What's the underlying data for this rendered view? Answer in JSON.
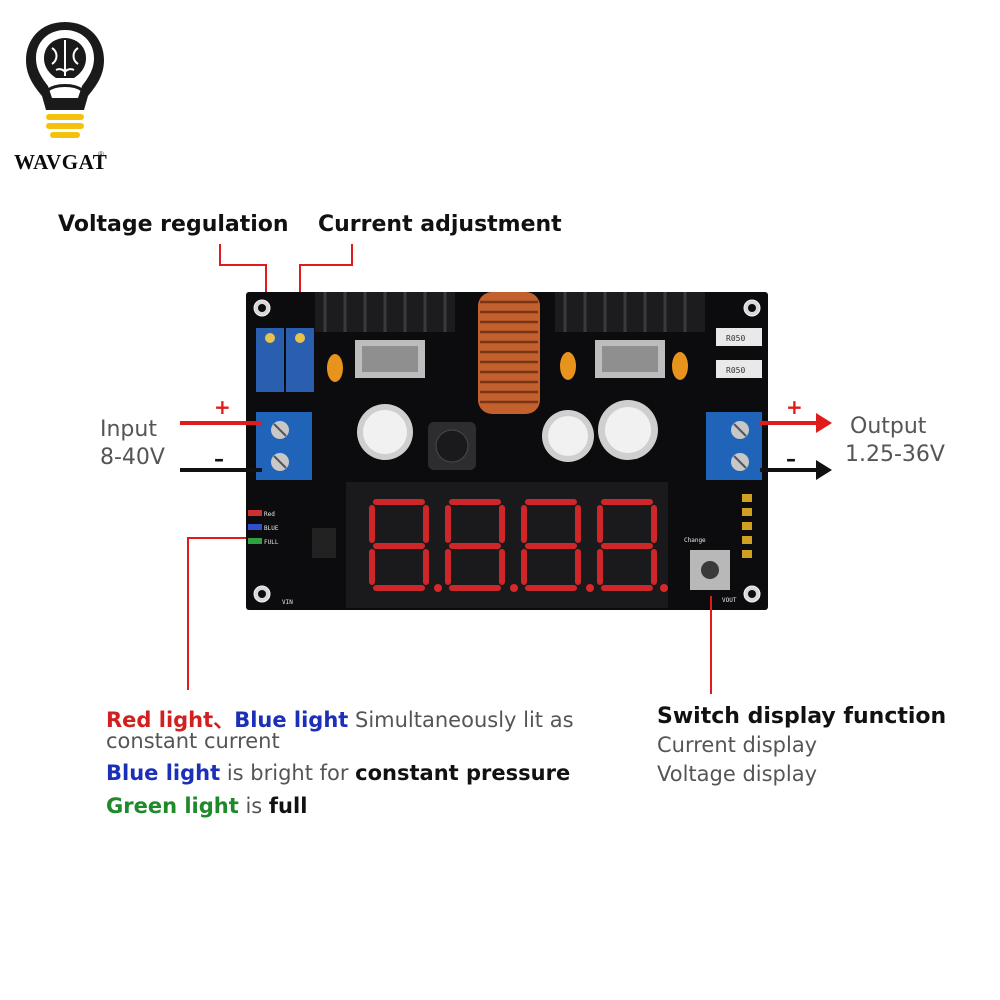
{
  "brand": {
    "name": "WAVGAT",
    "registered_mark": "®"
  },
  "callouts": {
    "voltage_regulation": "Voltage regulation",
    "current_adjustment": "Current adjustment"
  },
  "input": {
    "label": "Input",
    "range": "8-40V",
    "plus": "+",
    "minus": "–"
  },
  "output": {
    "label": "Output",
    "range": "1.25-36V",
    "plus": "+",
    "minus": "–"
  },
  "board": {
    "silkscreen": {
      "r050_a": "R050",
      "r050_b": "R050",
      "change": "Change",
      "vin": "VIN",
      "vout": "VOUT",
      "red": "Red",
      "blue": "BLUE",
      "full": "FULL"
    }
  },
  "indicator_notes": {
    "line1": {
      "red_light": "Red light",
      "separator": "、",
      "blue_light": "Blue light",
      "rest": " Simultaneously lit as"
    },
    "line1b": "constant current",
    "line2": {
      "blue_light": "Blue light",
      "middle": " is bright for ",
      "bold": "constant pressure"
    },
    "line3": {
      "green_light": "Green light",
      "middle": " is ",
      "bold": "full"
    }
  },
  "switch": {
    "title": "Switch display function",
    "item1": "Current display",
    "item2": "Voltage display"
  },
  "colors": {
    "arrow_red": "#e01b1b",
    "pcb": "#0c0c0e",
    "terminal_blue": "#1f64b8",
    "led_red": "#d8282b"
  }
}
